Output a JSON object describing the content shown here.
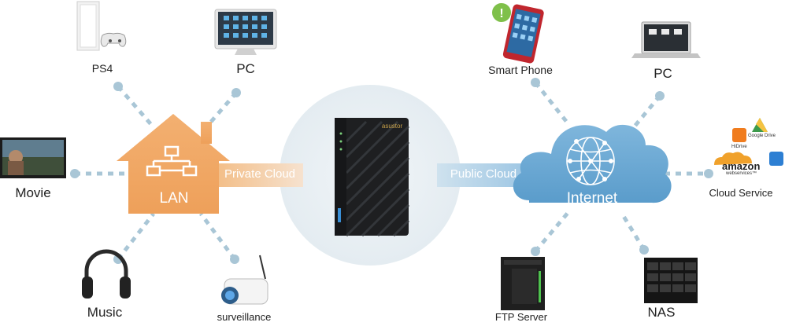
{
  "device": {
    "brand": "asustor"
  },
  "hubs": {
    "lan": "LAN",
    "internet": "Internet"
  },
  "links": {
    "private": "Private Cloud",
    "public": "Public Cloud"
  },
  "left_nodes": {
    "ps4": "PS4",
    "pc": "PC",
    "movie": "Movie",
    "music": "Music",
    "surveillance": "surveillance"
  },
  "right_nodes": {
    "smart_phone": "Smart Phone",
    "pc": "PC",
    "cloud_service": "Cloud Service",
    "ftp": "FTP Server",
    "nas": "NAS"
  },
  "cloud_logos": {
    "hidrive": "HiDrive",
    "google_drive": "Google Drive",
    "amazon": "amazon",
    "aws": "webservices™"
  },
  "colors": {
    "dotted_line": "#a9c6d6",
    "lan_house": "#f0a865",
    "internet_cloud": "#6aa6d0",
    "halo": "#e7eef2"
  }
}
